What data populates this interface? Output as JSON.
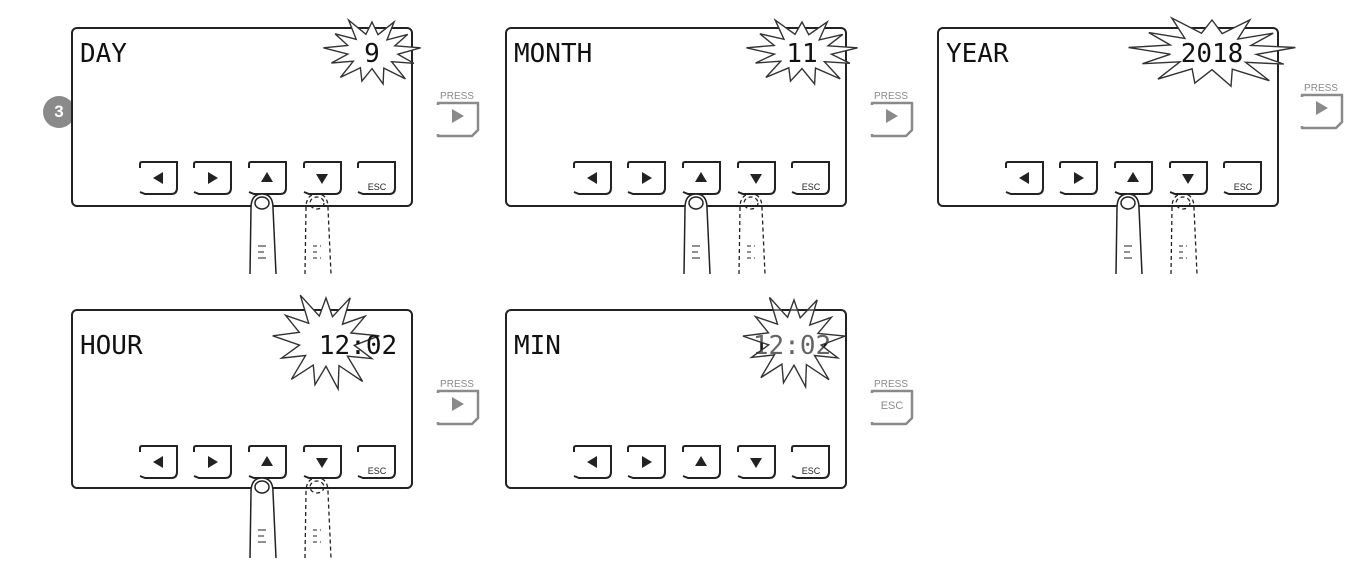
{
  "step_number": "3",
  "screens": [
    {
      "id": "day",
      "label": "DAY",
      "value": "9",
      "press_key": "next"
    },
    {
      "id": "month",
      "label": "MONTH",
      "value": "11",
      "press_key": "next"
    },
    {
      "id": "year",
      "label": "YEAR",
      "value": "2018",
      "press_key": "next"
    },
    {
      "id": "hour",
      "label": "HOUR",
      "value": "12:02",
      "press_key": "next"
    },
    {
      "id": "min",
      "label": "MIN",
      "value": "12:02",
      "press_key": "esc"
    }
  ],
  "keypad": {
    "left_icon": "arrow-left-icon",
    "right_icon": "arrow-right-icon",
    "up_icon": "arrow-up-icon",
    "down_icon": "arrow-down-icon",
    "esc_label": "ESC"
  },
  "press_hint": {
    "label": "PRESS",
    "next_icon": "arrow-right-icon",
    "esc_label": "ESC"
  },
  "colors": {
    "line": "#222222",
    "grey": "#8a8a8a",
    "badge": "#8a8a8a"
  }
}
